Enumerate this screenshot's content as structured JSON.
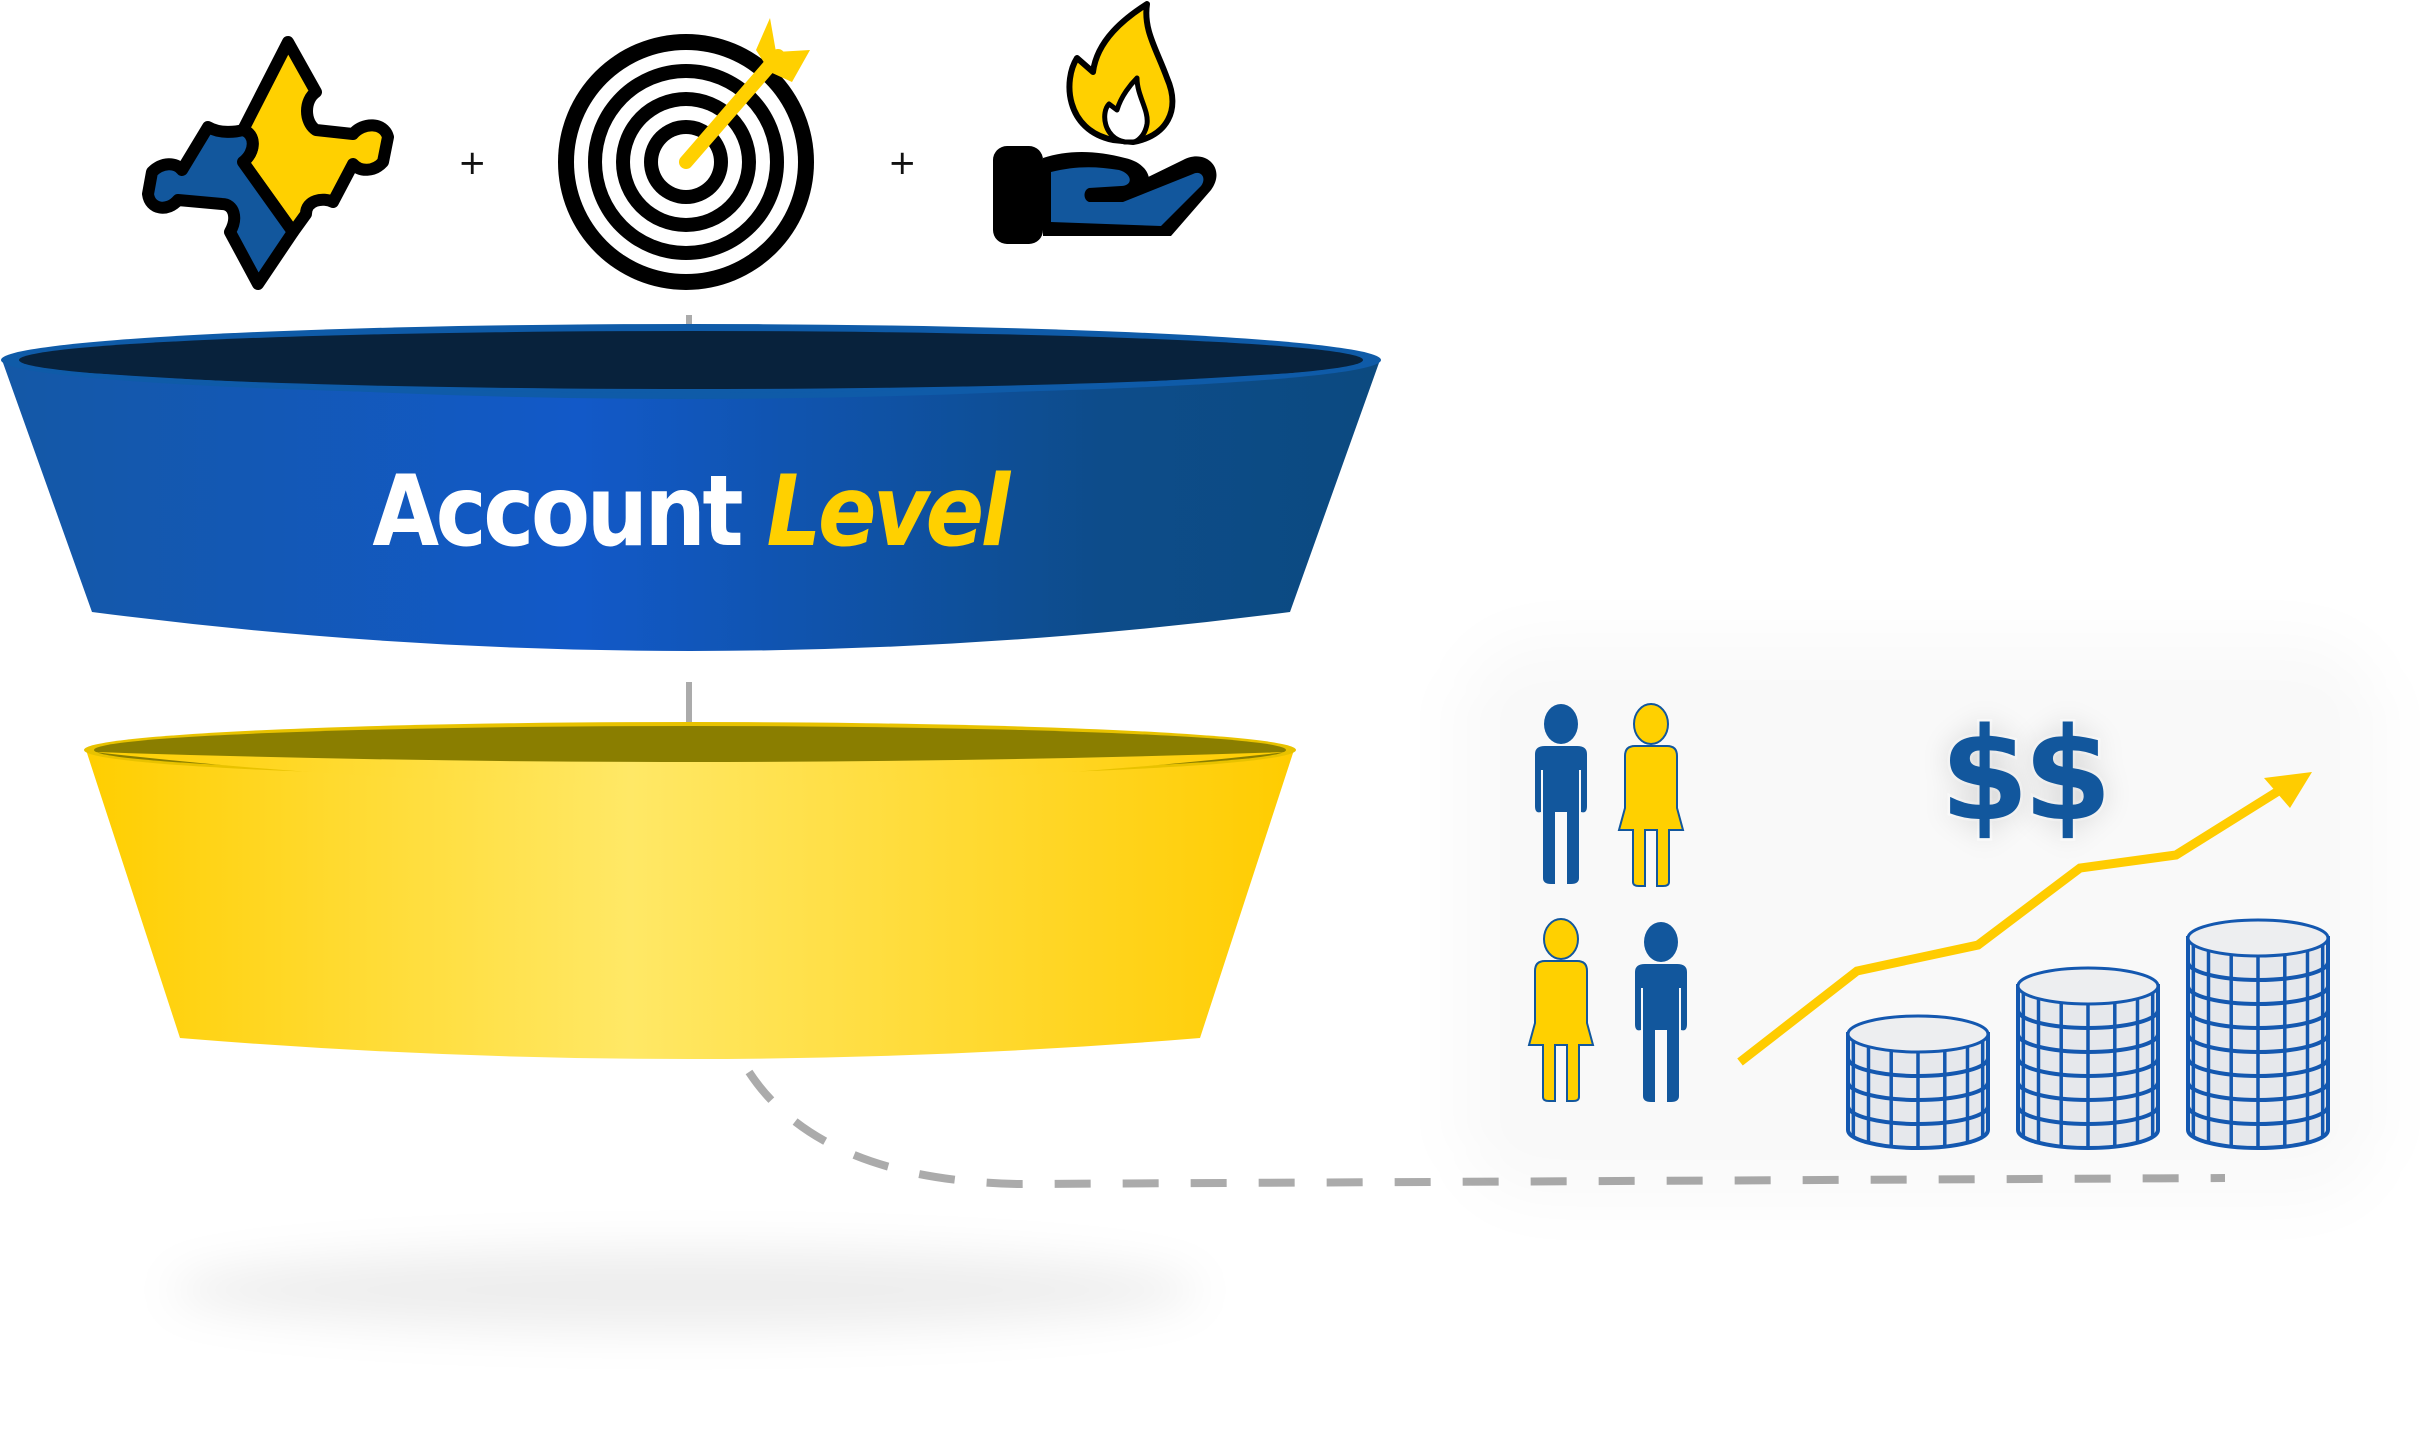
{
  "diagram": {
    "title": "Account Level funnel",
    "funnel_top": {
      "label_primary": "Account",
      "label_accent": "Level",
      "colors": {
        "rim": "#0F5BA8",
        "inner": "#08223C",
        "body_left": "#1458A6",
        "body_mid": "#1259C8",
        "body_right": "#0C4A80",
        "accent_text": "#FFD000"
      }
    },
    "funnel_bottom": {
      "label": "",
      "colors": {
        "rim": "#E8C200",
        "inner": "#8A7E00",
        "body_edge": "#FFCE00",
        "body_mid": "#FFE866"
      }
    },
    "top_icons": [
      {
        "name": "puzzle-icon",
        "meaning": "fit"
      },
      {
        "name": "target-icon",
        "meaning": "intent"
      },
      {
        "name": "hand-flame-icon",
        "meaning": "engagement"
      }
    ],
    "operators": [
      "+",
      "+"
    ],
    "people": [
      {
        "name": "person-man-icon",
        "color": "#12579D"
      },
      {
        "name": "person-woman-icon",
        "color": "#FFD000"
      },
      {
        "name": "person-woman-icon",
        "color": "#FFD000"
      },
      {
        "name": "person-man-icon",
        "color": "#12579D"
      }
    ],
    "revenue_label": "$$",
    "growth_trend": "up",
    "coin_stacks": [
      {
        "rows": 4
      },
      {
        "rows": 6
      },
      {
        "rows": 8
      }
    ],
    "colors": {
      "brand_blue": "#12579D",
      "brand_yellow": "#FFD000",
      "connector_gray": "#ABABAB"
    }
  }
}
